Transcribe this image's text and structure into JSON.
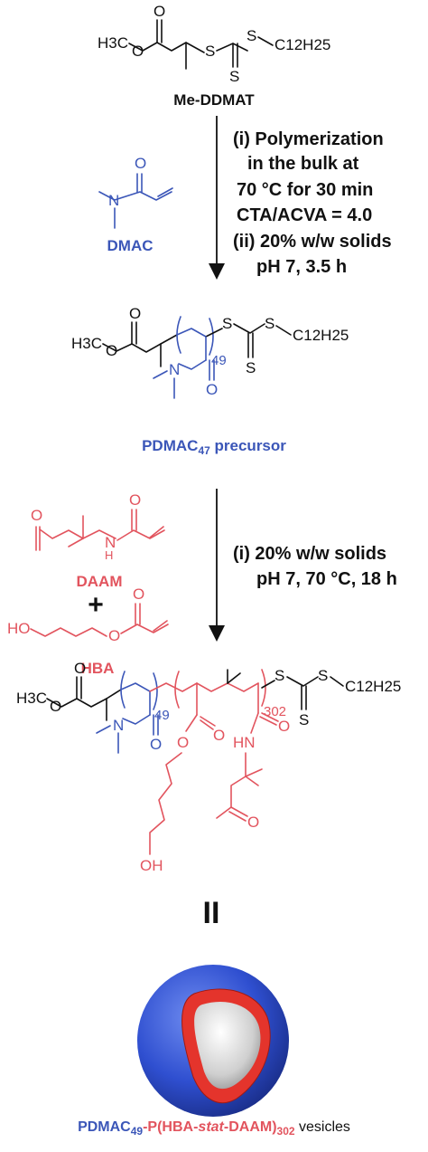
{
  "molecules": {
    "me_ddmat": {
      "h3c": "H3C",
      "s": "S",
      "c12h25": "C12H25",
      "label": "Me-DDMAT"
    },
    "dmac": {
      "n": "N",
      "o": "O",
      "label": "DMAC"
    },
    "pdmac_precursor": {
      "dp": "49",
      "label": "PDMAC",
      "label_sub": "47",
      "label_rest": " precursor"
    },
    "daam": {
      "nh": "H",
      "n": "N",
      "label": "DAAM"
    },
    "plus": "+",
    "hba": {
      "ho": "HO",
      "o": "O",
      "label": "HBA"
    },
    "copolymer": {
      "dp_pdmac": "49",
      "dp_core": "302",
      "hn": "HN",
      "oh": "OH"
    },
    "equals": "II",
    "vesicle": {
      "label_a": "PDMAC",
      "label_a_sub": "49",
      "label_b": "-P(HBA-",
      "label_c": "stat",
      "label_d": "-DAAM)",
      "label_d_sub": "302",
      "label_e": " vesicles"
    }
  },
  "steps": {
    "step1": [
      "(i) Polymerization",
      "in the bulk at",
      "70 °C for 30 min",
      "CTA/ACVA = 4.0"
    ],
    "step2": [
      "(ii) 20% w/w solids",
      "pH 7, 3.5 h"
    ],
    "step3": [
      "(i) 20% w/w solids",
      "pH 7, 70 °C, 18 h"
    ]
  },
  "colors": {
    "blue": "#3b56b8",
    "red": "#e2545e",
    "black": "#111111"
  }
}
